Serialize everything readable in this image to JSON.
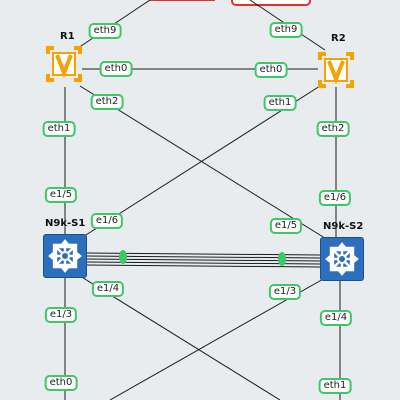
{
  "nodes": {
    "r1": {
      "label": "R1"
    },
    "r2": {
      "label": "R2"
    },
    "s1": {
      "label": "N9k-S1"
    },
    "s2": {
      "label": "N9k-S2"
    }
  },
  "ports": {
    "r1_eth9": "eth9",
    "r2_eth9": "eth9",
    "r1_eth0": "eth0",
    "r2_eth0": "eth0",
    "r1_eth2": "eth2",
    "r2_eth1": "eth1",
    "r1_eth1": "eth1",
    "r2_eth2": "eth2",
    "s1_e1_5": "e1/5",
    "s2_e1_6": "e1/6",
    "s1_e1_6": "e1/6",
    "s2_e1_5": "e1/5",
    "s1_e1_4": "e1/4",
    "s2_e1_3": "e1/3",
    "s1_e1_3": "e1/3",
    "s2_e1_4": "e1/4",
    "bottom_left_eth0": "eth0",
    "bottom_right_eth1": "eth1"
  },
  "colors": {
    "background": "#e8ecef",
    "link": "#1a1a1a",
    "port_border": "#3cc864",
    "router": "#f5a300",
    "switch": "#2c6fbf",
    "top_node_border": "#e53030"
  },
  "icons": {
    "router": "virtual-router-icon",
    "switch": "multilayer-switch-icon"
  }
}
